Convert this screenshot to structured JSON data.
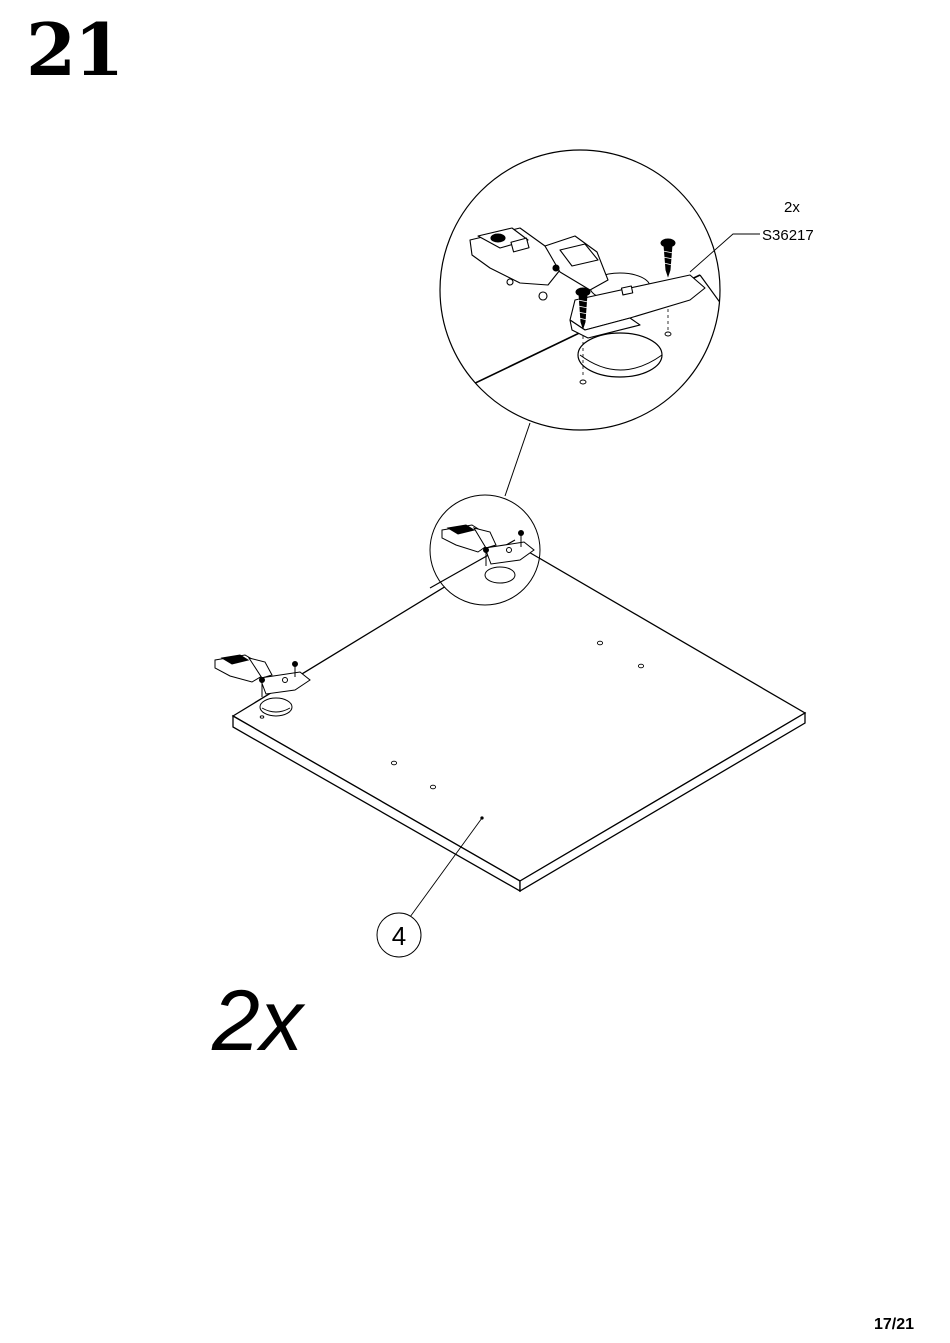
{
  "step": {
    "number": "21"
  },
  "callout": {
    "quantity": "2x",
    "part_code": "S36217"
  },
  "panel": {
    "label": "4"
  },
  "quantity_large": "2x",
  "footer": {
    "page": "17/21"
  }
}
